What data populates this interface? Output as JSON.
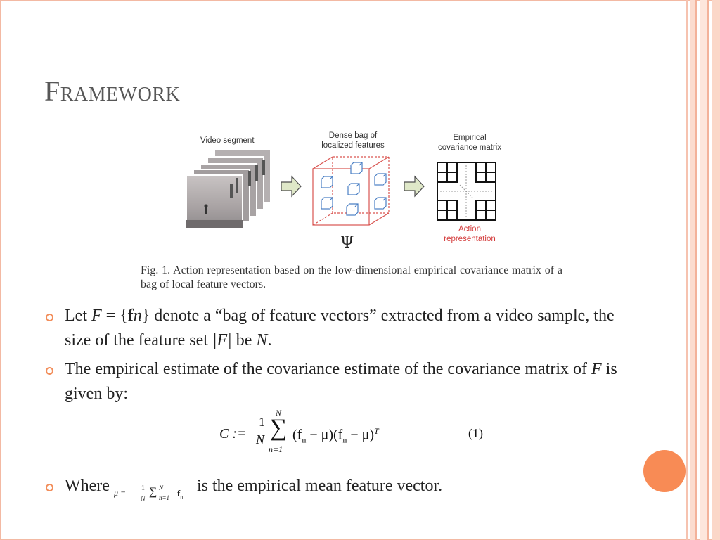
{
  "slide": {
    "title": "Framework",
    "colors": {
      "accent": "#f88b55",
      "border": "#f3b9a3",
      "title": "#575757",
      "figure_red": "#d43c3c",
      "cube_blue": "#4a7fc4"
    }
  },
  "figure": {
    "label_video": "Video segment",
    "label_bag_line1": "Dense bag of",
    "label_bag_line2": "localized features",
    "label_cov_line1": "Empirical",
    "label_cov_line2": "covariance matrix",
    "label_action_line1": "Action",
    "label_action_line2": "representation",
    "psi_symbol": "Ψ",
    "caption": "Fig. 1.     Action representation based on the low-dimensional empirical covariance matrix of a bag of local feature vectors."
  },
  "bullets": {
    "b1": {
      "let": "Let ",
      "F": "F",
      "eq": " = {",
      "f_bold": "f",
      "n": "n",
      "close": "}",
      "rest1": " denote a “bag of feature vectors” extracted from a video sample, the size of the feature set ",
      "abs_F": "|F|",
      "be": " be ",
      "N": "N",
      "period": "."
    },
    "b2": {
      "text1": "The empirical estimate of the covariance estimate of the covariance matrix of ",
      "F": "F",
      "text2": " is given by:"
    },
    "equation": {
      "lhs": "C :=",
      "frac_num": "1",
      "frac_den": "N",
      "sum": "∑",
      "sum_top": "N",
      "sum_bottom": "n=1",
      "body": "(f",
      "sub_n1": "n",
      "mid": " − μ)(f",
      "sub_n2": "n",
      "end": " − μ)",
      "sup": "T",
      "number": "(1)"
    },
    "b3": {
      "where": "Where ",
      "mu_eq": "μ =",
      "frac_num": "1",
      "frac_den": "N",
      "sum": "∑",
      "sum_limits": "N",
      "sum_sub": "n=1",
      "f_n": "f",
      "f_sub": "n",
      "rest": " is the empirical mean feature vector."
    }
  }
}
